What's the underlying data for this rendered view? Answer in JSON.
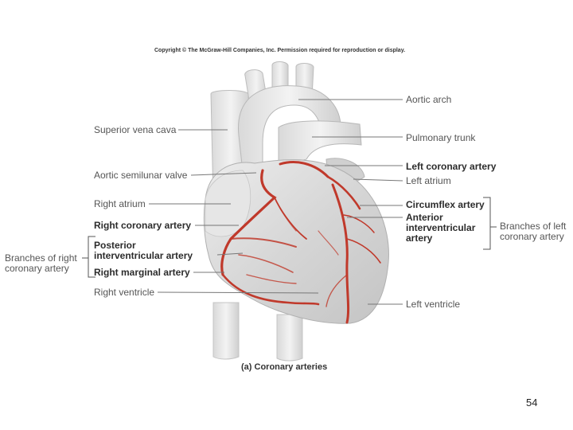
{
  "copyright": "Copyright © The McGraw-Hill Companies, Inc. Permission required for reproduction or display.",
  "caption": "(a) Coronary arteries",
  "page_number": "54",
  "colors": {
    "artery": "#c0392b",
    "leader_line": "#777777",
    "heart_fill": "#d8d8d8",
    "bracket": "#555555"
  },
  "labels": {
    "aortic_arch": "Aortic arch",
    "superior_vena_cava": "Superior vena cava",
    "pulmonary_trunk": "Pulmonary trunk",
    "left_coronary_artery": "Left coronary artery",
    "aortic_semilunar_valve": "Aortic semilunar valve",
    "left_atrium": "Left atrium",
    "right_atrium": "Right atrium",
    "circumflex_artery": "Circumflex artery",
    "right_coronary_artery": "Right coronary artery",
    "anterior_interventricular_artery": [
      "Anterior",
      "interventricular",
      "artery"
    ],
    "branches_left": [
      "Branches of left",
      "coronary artery"
    ],
    "branches_right": [
      "Branches of right",
      "coronary artery"
    ],
    "posterior_interventricular_artery": [
      "Posterior",
      "interventricular artery"
    ],
    "right_marginal_artery": "Right marginal artery",
    "right_ventricle": "Right ventricle",
    "left_ventricle": "Left ventricle"
  }
}
